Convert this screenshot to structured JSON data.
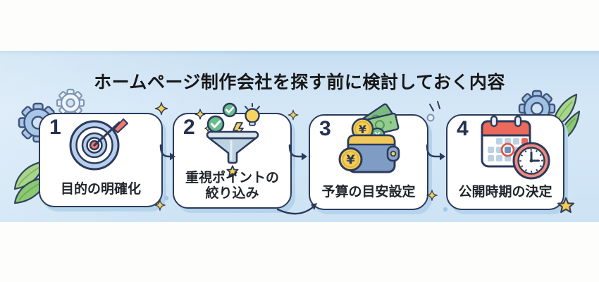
{
  "header": {
    "title": "ホームページ制作会社を探す前に検討しておく内容"
  },
  "steps": [
    {
      "number": "1",
      "lines": [
        "目的の明確化"
      ],
      "icon": "target-icon"
    },
    {
      "number": "2",
      "lines": [
        "重視ポイントの",
        "絞り込み"
      ],
      "icon": "funnel-icon"
    },
    {
      "number": "3",
      "lines": [
        "予算の目安設定"
      ],
      "icon": "wallet-icon"
    },
    {
      "number": "4",
      "lines": [
        "公開時期の決定"
      ],
      "icon": "calendar-clock-icon"
    }
  ],
  "colors": {
    "panel_blue": "#cfe3f5",
    "card_border": "#2c3a5c",
    "shadow_blue": "#b5d4ec",
    "accent_red": "#ec6a5b",
    "accent_yellow": "#f6cf52",
    "accent_green": "#67bd8d",
    "accent_blue": "#7f9dc4"
  }
}
